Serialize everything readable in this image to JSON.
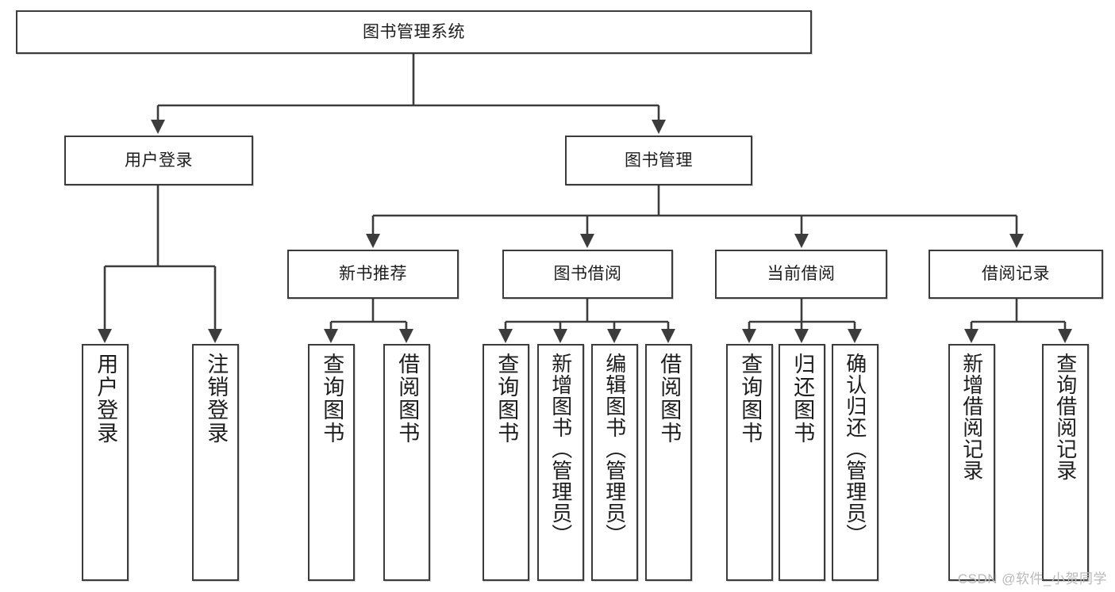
{
  "diagram": {
    "title": "图书管理系统",
    "type": "tree",
    "colors": {
      "stroke": "#3c3c3c",
      "background": "#ffffff",
      "text": "#1d1d1d",
      "watermark": "#b9b9b9"
    },
    "levels": {
      "root": {
        "label": "图书管理系统"
      },
      "level2": [
        {
          "label": "用户登录"
        },
        {
          "label": "图书管理"
        }
      ],
      "level3": [
        {
          "label": "新书推荐"
        },
        {
          "label": "图书借阅"
        },
        {
          "label": "当前借阅"
        },
        {
          "label": "借阅记录"
        }
      ],
      "leaves": {
        "user_login": [
          {
            "label": "用户登录"
          },
          {
            "label": "注销登录"
          }
        ],
        "new_book_recommend": [
          {
            "label": "查询图书"
          },
          {
            "label": "借阅图书"
          }
        ],
        "book_borrow": [
          {
            "label": "查询图书"
          },
          {
            "label": "新增图书（管理员）"
          },
          {
            "label": "编辑图书（管理员）"
          },
          {
            "label": "借阅图书"
          }
        ],
        "current_borrow": [
          {
            "label": "查询图书"
          },
          {
            "label": "归还图书"
          },
          {
            "label": "确认归还（管理员）"
          }
        ],
        "borrow_record": [
          {
            "label": "新增借阅记录"
          },
          {
            "label": "查询借阅记录"
          }
        ]
      }
    }
  },
  "watermark": {
    "text": "CSDN @软件_小贺同学"
  }
}
